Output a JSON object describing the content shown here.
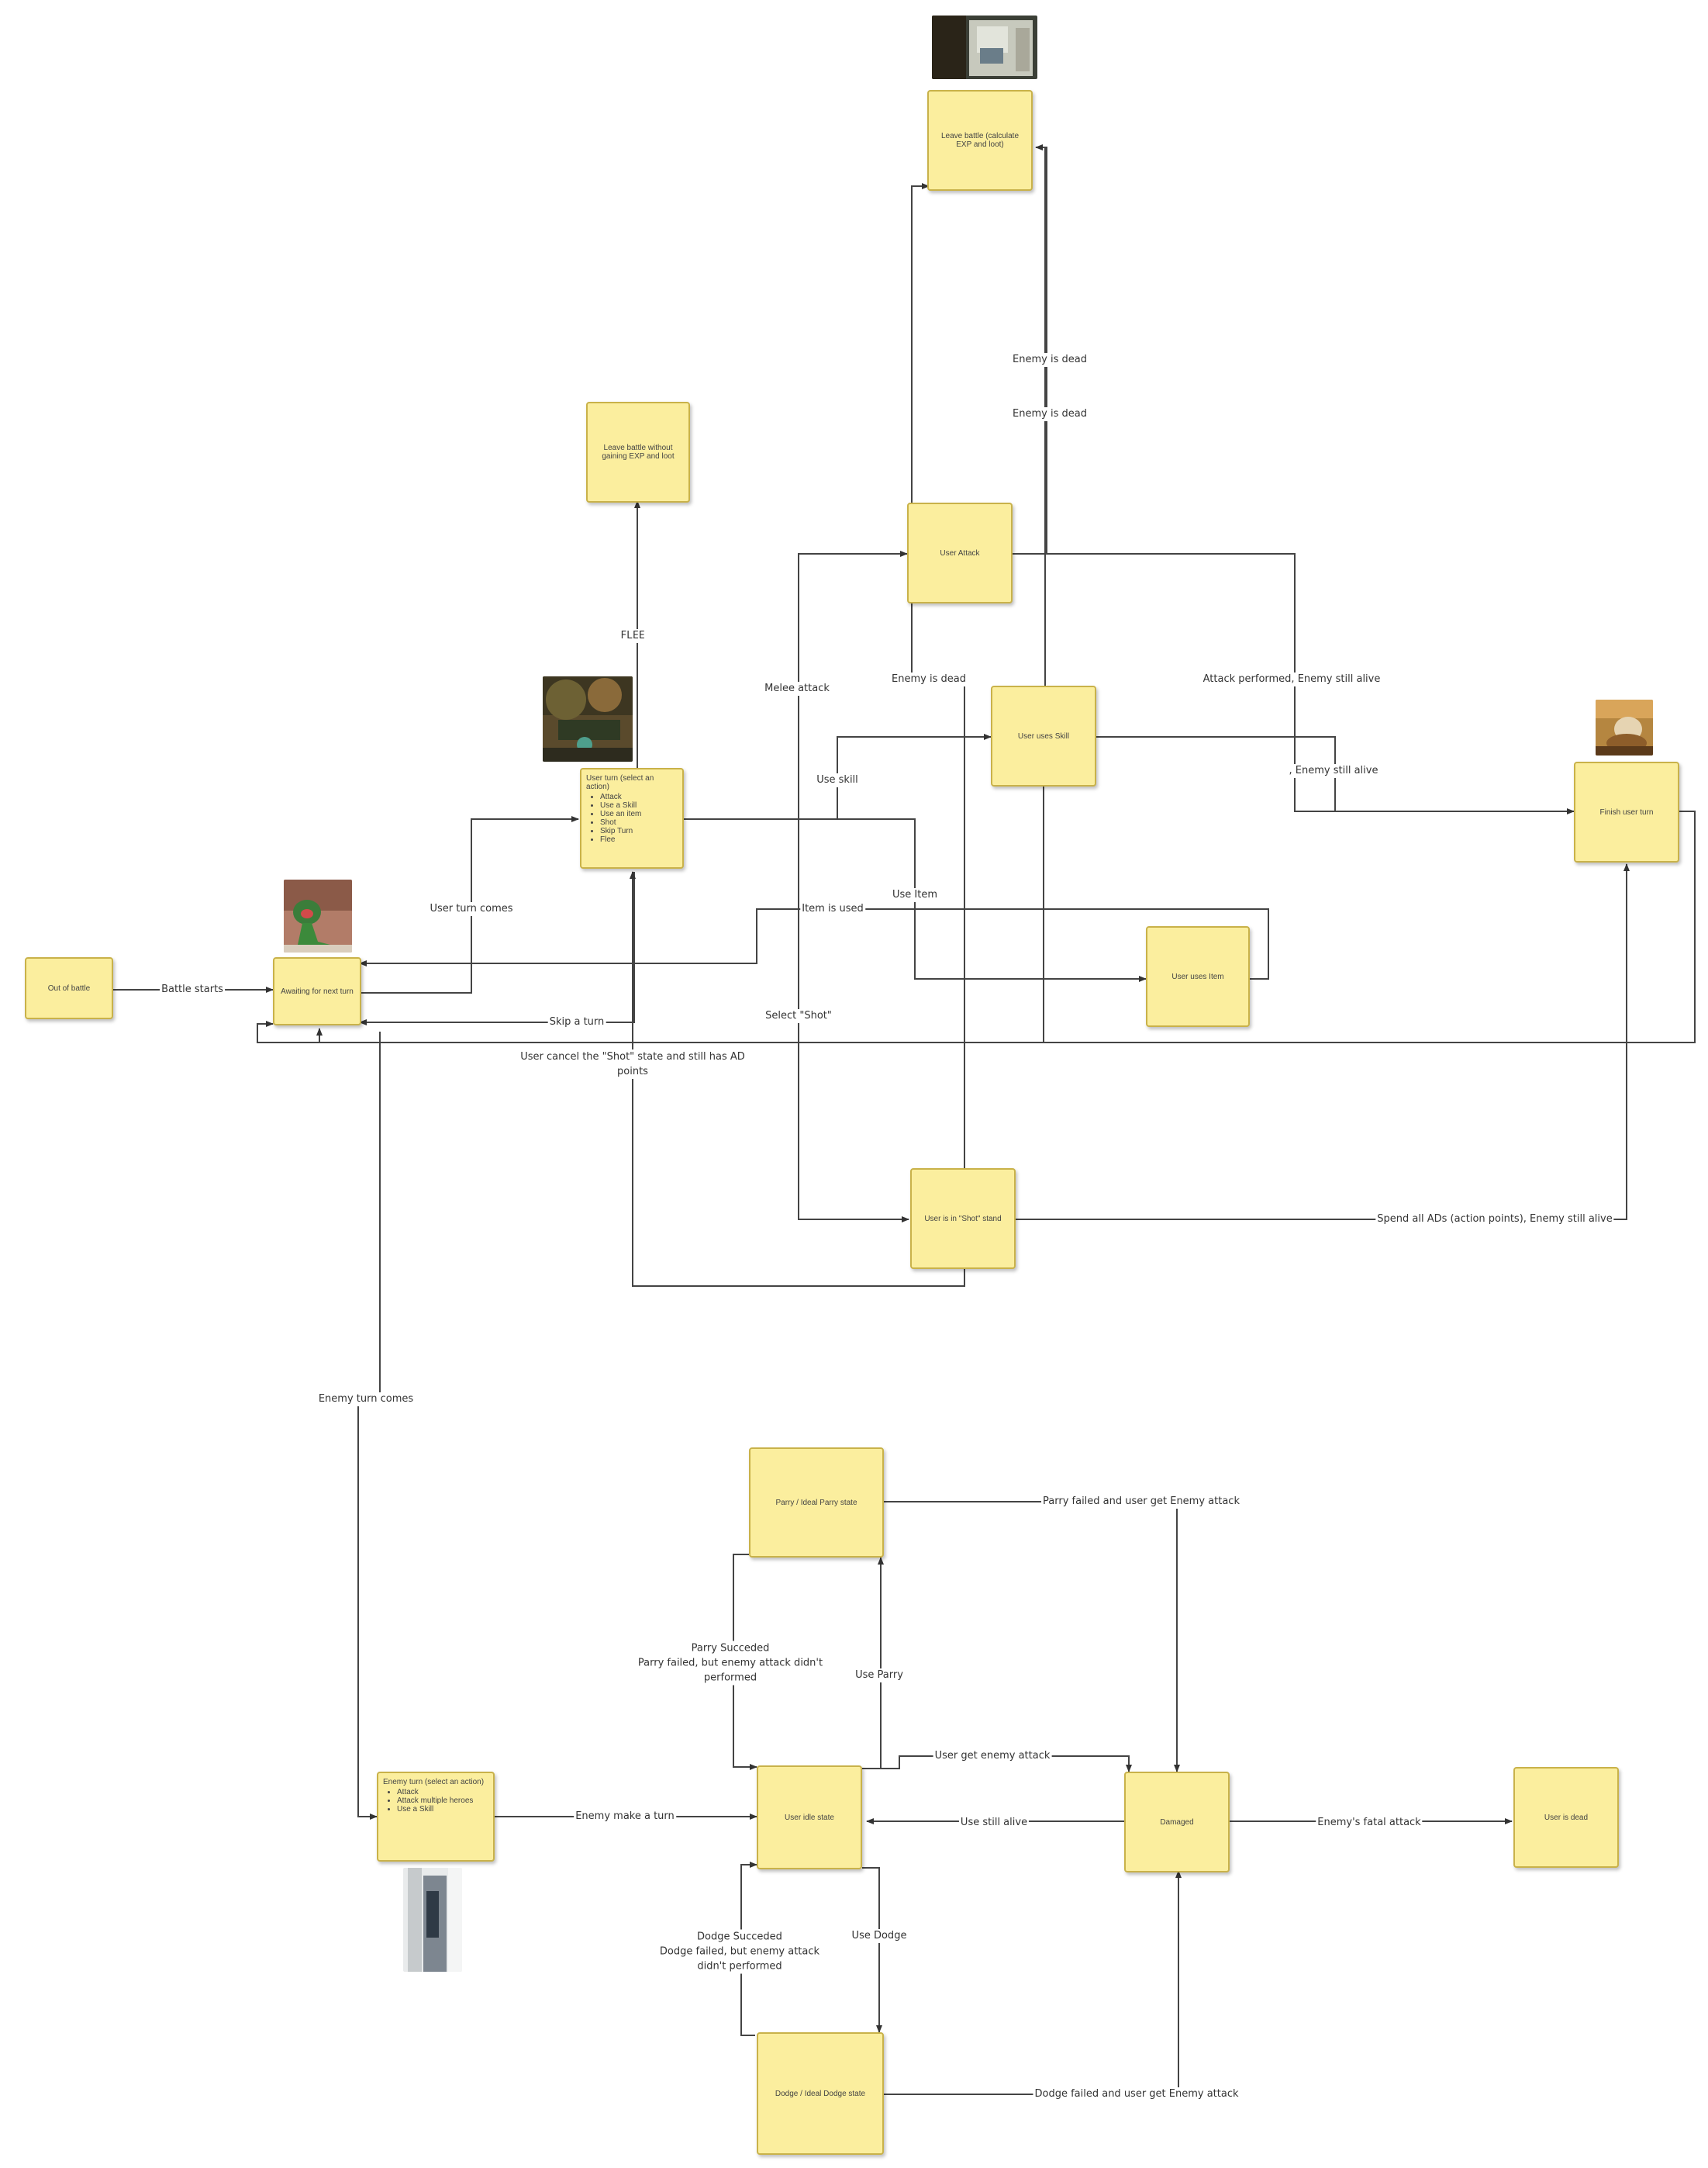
{
  "nodes": {
    "out_of_battle": "Out of battle",
    "awaiting": "Awaiting for next turn",
    "user_turn": {
      "title": "User turn (select an action)",
      "items": [
        "Attack",
        "Use a Skill",
        "Use an item",
        "Shot",
        "Skip Turn",
        "Flee"
      ]
    },
    "leave_no_exp": "Leave battle without gaining EXP and loot",
    "leave_calc": "Leave battle (calculate EXP and loot)",
    "user_attack": "User Attack",
    "user_skill": "User uses Skill",
    "user_item": "User uses Item",
    "finish_turn": "Finish user turn",
    "shot_state": "User is in \"Shot\" stand",
    "enemy_turn": {
      "title": "Enemy turn (select an action)",
      "items": [
        "Attack",
        "Attack multiple heroes",
        "Use a Skill"
      ]
    },
    "idle": "User idle state",
    "parry": "Parry / Ideal Parry state",
    "dodge": "Dodge / Ideal Dodge state",
    "damaged": "Damaged",
    "dead": "User is dead"
  },
  "edges": {
    "battle_starts": "Battle starts",
    "user_turn_comes": "User turn comes",
    "flee": "FLEE",
    "enemy_dead_1": "Enemy is dead",
    "enemy_dead_2": "Enemy is dead",
    "enemy_dead_3": "Enemy is dead",
    "melee": "Melee attack",
    "attack_performed": "Attack performed, Enemy still alive",
    "enemy_still_alive": ", Enemy still alive",
    "use_skill": "Use skill",
    "use_item": "Use Item",
    "item_used": "Item is used",
    "skip_turn": "Skip a turn",
    "select_shot": "Select \"Shot\"",
    "cancel_shot": "User cancel the \"Shot\" state and still has AD points",
    "spend_ad": "Spend all ADs (action points), Enemy still alive",
    "enemy_turn_comes": "Enemy turn comes",
    "enemy_makes_turn": "Enemy make a turn",
    "parry_failed_attack": "Parry failed and user get Enemy attack",
    "parry_succeeded": "Parry Succeded\nParry failed, but enemy attack didn't performed",
    "use_parry": "Use Parry",
    "user_get_attack": "User get enemy attack",
    "use_still_alive": "Use still alive",
    "fatal_attack": "Enemy's fatal attack",
    "dodge_succeeded": "Dodge Succeded\nDodge failed, but enemy attack didn't performed",
    "use_dodge": "Use Dodge",
    "dodge_failed_attack": "Dodge failed and user get Enemy attack"
  },
  "image_icons": [
    "window-photo",
    "forest-scene-photo",
    "dinosaur-toy-photo",
    "cat-photo",
    "doorway-photo"
  ]
}
